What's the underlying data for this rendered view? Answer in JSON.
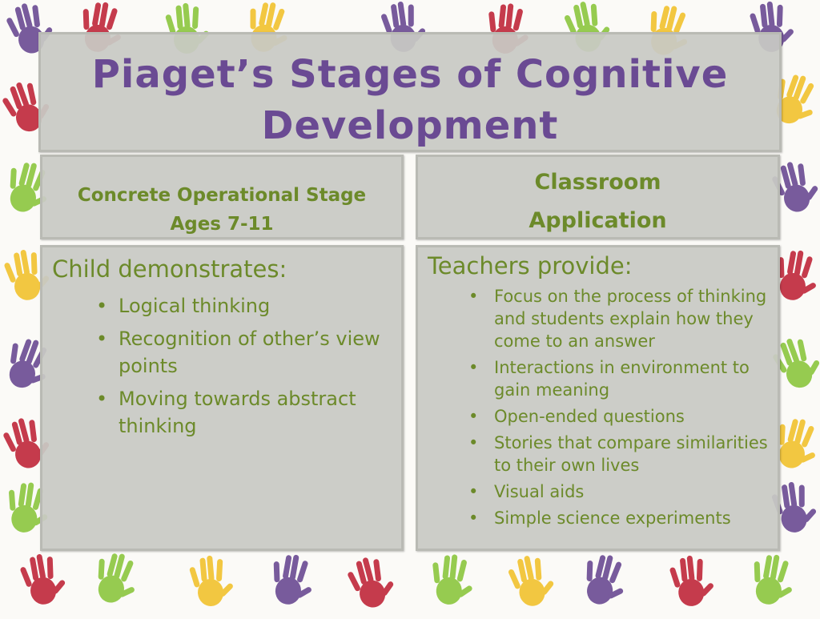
{
  "title_lines": [
    "Piaget’s Stages of Cognitive",
    "Development"
  ],
  "left_header": [
    "Concrete Operational Stage",
    "Ages 7-11"
  ],
  "right_header": [
    "Classroom",
    "Application"
  ],
  "left_body": {
    "lead": "Child demonstrates:",
    "items": [
      "Logical thinking",
      "Recognition of other’s view points",
      "Moving towards abstract thinking"
    ]
  },
  "right_body": {
    "lead": "Teachers provide:",
    "items": [
      "Focus on the process of thinking and students explain how they come to an answer",
      "Interactions in environment to gain meaning",
      " Open-ended questions",
      " Stories that compare similarities to their own lives",
      "Visual aids",
      "Simple science experiments"
    ]
  },
  "bullet_glyph": "•",
  "colors": {
    "title": "#6a4a93",
    "text": "#6c8a2a",
    "panel": "#c8c9c4",
    "hands": [
      "#6a4a93",
      "#c0273a",
      "#8cc63f",
      "#f2c22e"
    ]
  },
  "decorations": {
    "border_icon": "handprint-icon"
  }
}
